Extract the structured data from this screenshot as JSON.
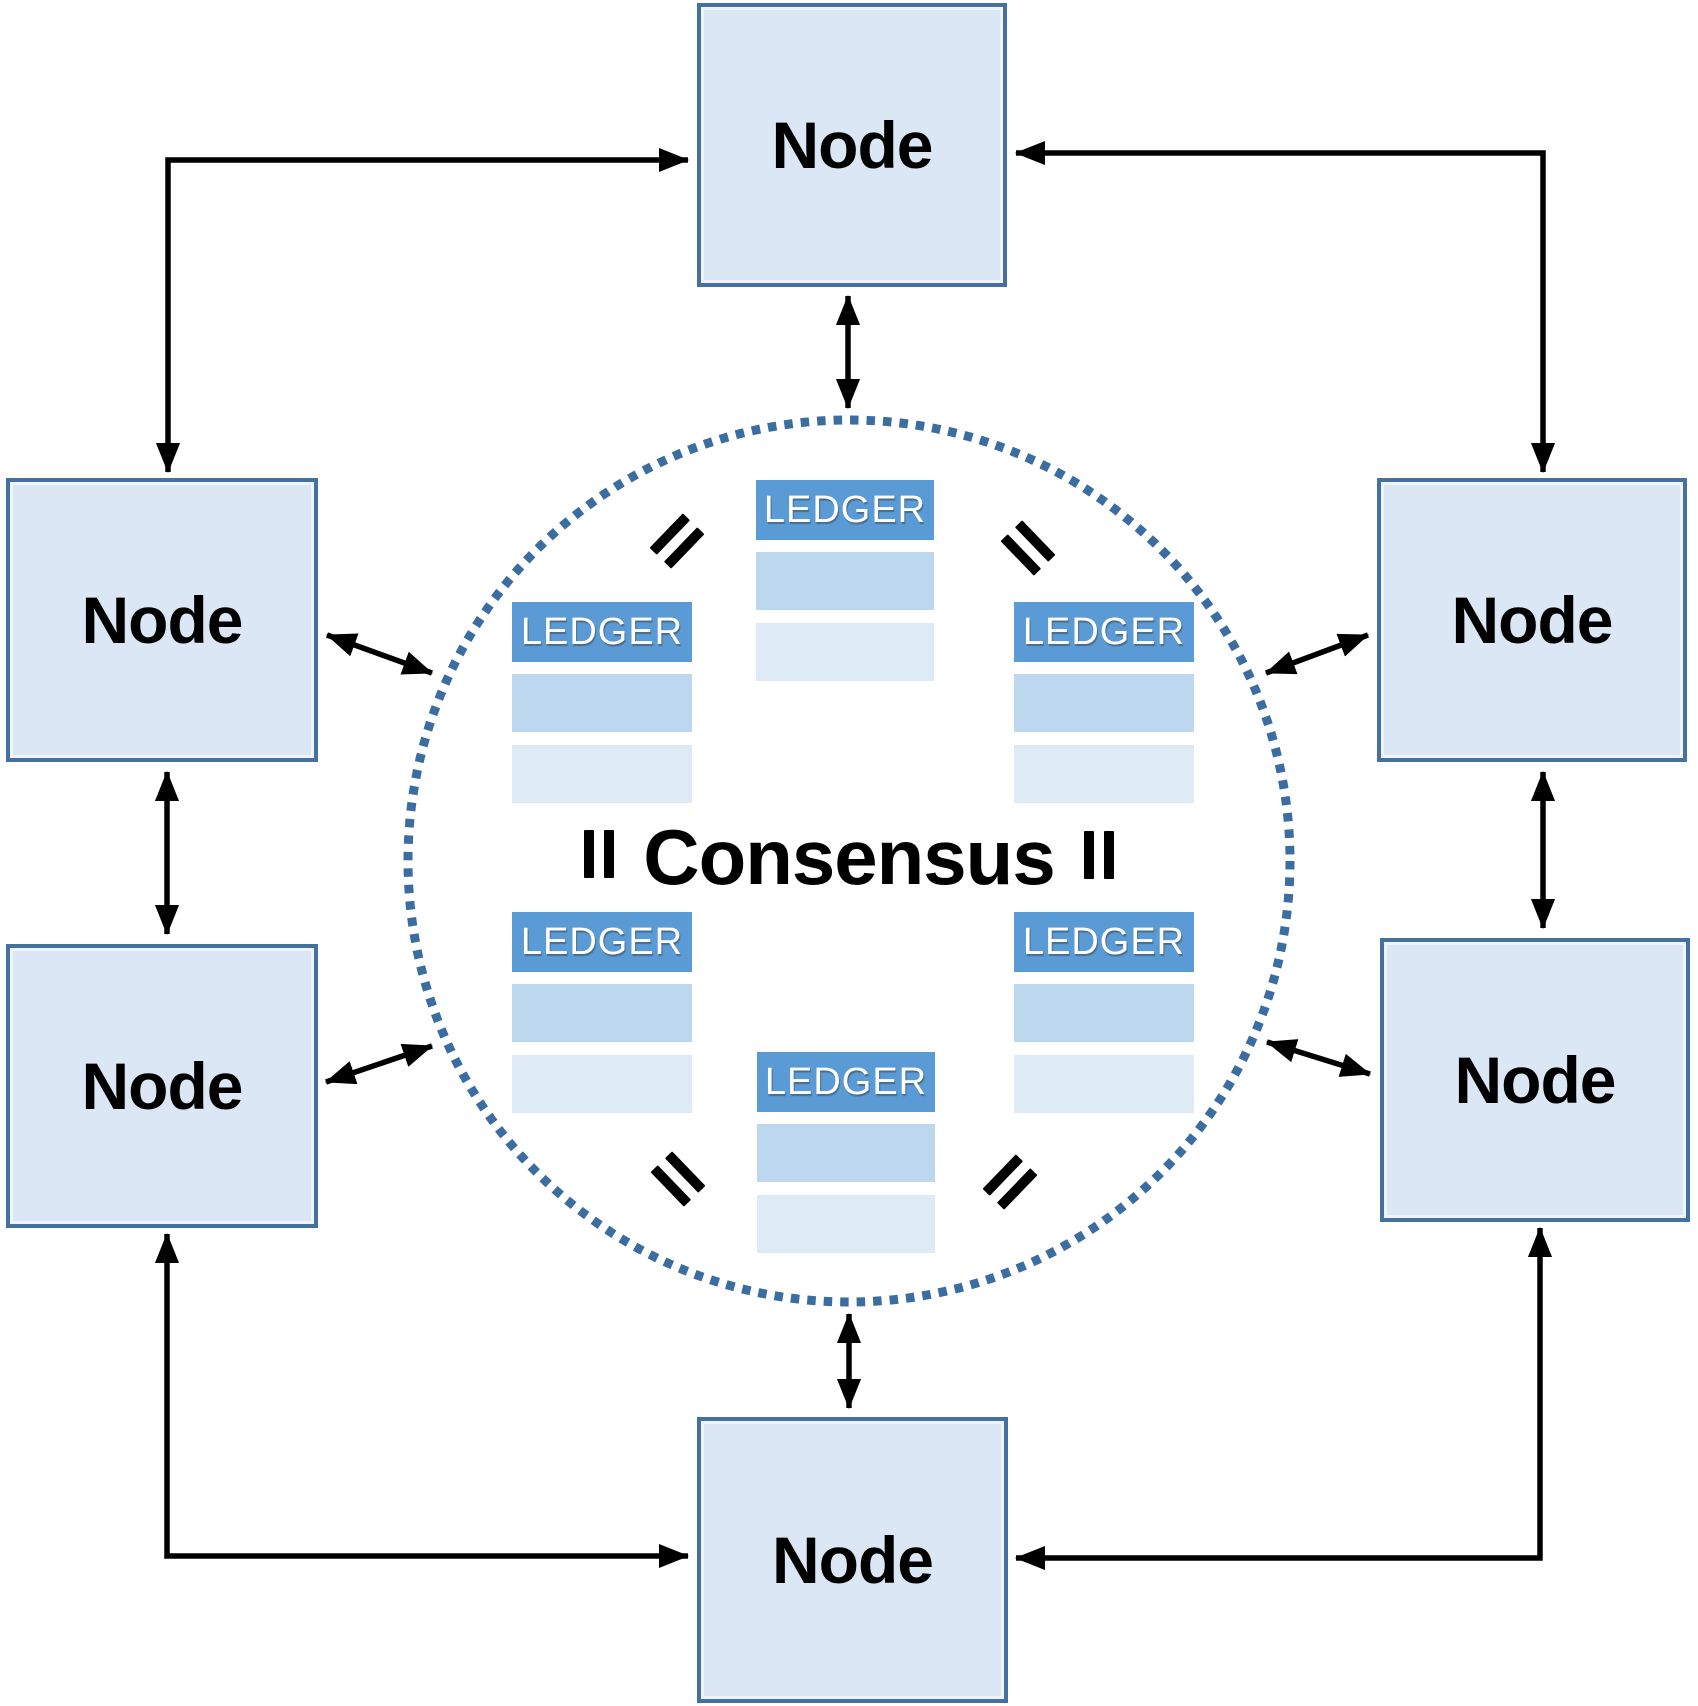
{
  "diagram": {
    "center_label": "Consensus",
    "description_labels": {
      "node": "Node",
      "ledger": "LEDGER"
    }
  },
  "nodes": [
    {
      "id": "node-top",
      "label": "Node"
    },
    {
      "id": "node-left-upper",
      "label": "Node"
    },
    {
      "id": "node-left-lower",
      "label": "Node"
    },
    {
      "id": "node-right-upper",
      "label": "Node"
    },
    {
      "id": "node-right-lower",
      "label": "Node"
    },
    {
      "id": "node-bottom",
      "label": "Node"
    }
  ],
  "ledgers": [
    {
      "id": "ledger-top-center",
      "header": "LEDGER",
      "rows": 2
    },
    {
      "id": "ledger-left-upper",
      "header": "LEDGER",
      "rows": 2
    },
    {
      "id": "ledger-right-upper",
      "header": "LEDGER",
      "rows": 2
    },
    {
      "id": "ledger-left-lower",
      "header": "LEDGER",
      "rows": 2
    },
    {
      "id": "ledger-right-lower",
      "header": "LEDGER",
      "rows": 2
    },
    {
      "id": "ledger-bottom-center",
      "header": "LEDGER",
      "rows": 2
    }
  ],
  "equals_marks": [
    {
      "id": "equals-top-left"
    },
    {
      "id": "equals-top-right"
    },
    {
      "id": "equals-mid-left"
    },
    {
      "id": "equals-mid-right"
    },
    {
      "id": "equals-bottom-left"
    },
    {
      "id": "equals-bottom-right"
    }
  ],
  "colors": {
    "node_fill": "#dbe7f4",
    "node_border": "#44719e",
    "ledger_header_fill": "#5b9bd5",
    "ledger_header_text": "#ffffff",
    "ledger_row_1": "#bdd7ee",
    "ledger_row_2": "#deeaf6",
    "circle_dots": "#3b6da1",
    "arrows": "#000000",
    "text": "#000000",
    "background": "#ffffff"
  }
}
